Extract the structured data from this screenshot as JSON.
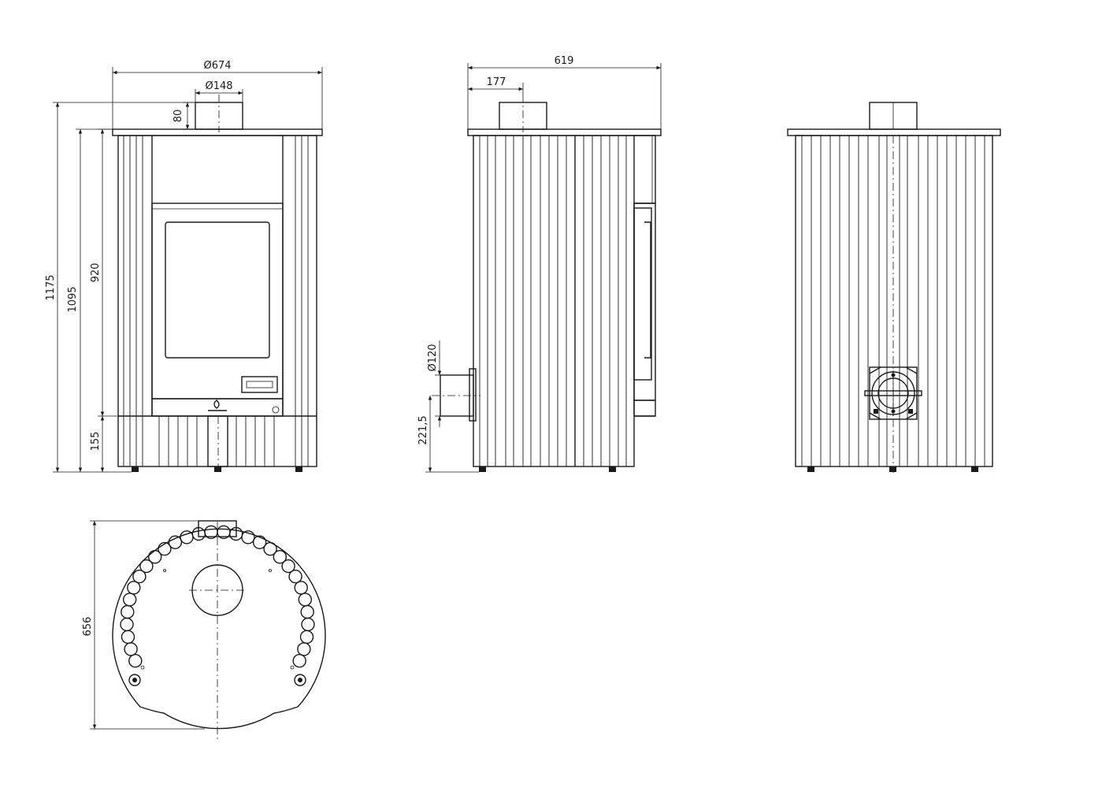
{
  "dimensions": {
    "front_width": "Ø674",
    "flue_diameter": "Ø148",
    "flue_height": "80",
    "total_height": "1175",
    "body_height": "1095",
    "door_height": "920",
    "base_height": "155",
    "side_depth": "619",
    "flue_offset": "177",
    "air_inlet_diameter": "Ø120",
    "air_inlet_height": "221,5",
    "top_depth": "656"
  },
  "colors": {
    "line": "#1a1a1a",
    "background": "#ffffff"
  }
}
